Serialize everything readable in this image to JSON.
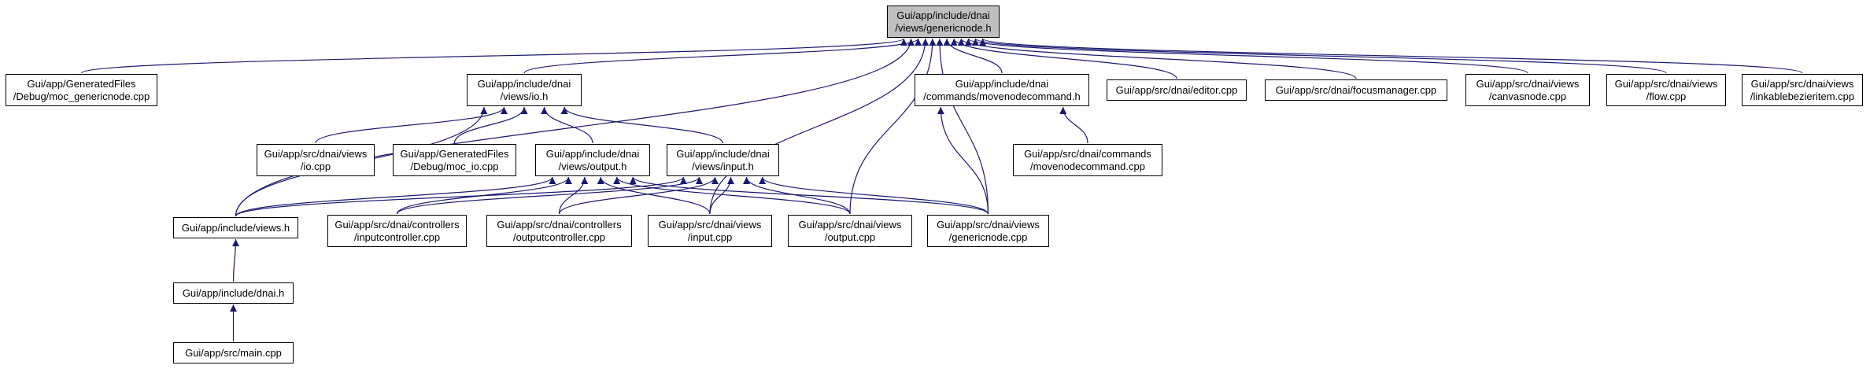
{
  "nodes": {
    "n_generic_h": {
      "lines": [
        "Gui/app/include/dnai",
        "/views/genericnode.h"
      ],
      "root": true
    },
    "n_moc_generic": {
      "lines": [
        "Gui/app/GeneratedFiles",
        "/Debug/moc_genericnode.cpp"
      ]
    },
    "n_io_h": {
      "lines": [
        "Gui/app/include/dnai",
        "/views/io.h"
      ]
    },
    "n_movenode_h": {
      "lines": [
        "Gui/app/include/dnai",
        "/commands/movenodecommand.h"
      ]
    },
    "n_editor": {
      "lines": [
        "Gui/app/src/dnai/editor.cpp"
      ]
    },
    "n_focus": {
      "lines": [
        "Gui/app/src/dnai/focusmanager.cpp"
      ]
    },
    "n_canvas": {
      "lines": [
        "Gui/app/src/dnai/views",
        "/canvasnode.cpp"
      ]
    },
    "n_flow": {
      "lines": [
        "Gui/app/src/dnai/views",
        "/flow.cpp"
      ]
    },
    "n_linkable": {
      "lines": [
        "Gui/app/src/dnai/views",
        "/linkablebezieritem.cpp"
      ]
    },
    "n_io_cpp": {
      "lines": [
        "Gui/app/src/dnai/views",
        "/io.cpp"
      ]
    },
    "n_moc_io": {
      "lines": [
        "Gui/app/GeneratedFiles",
        "/Debug/moc_io.cpp"
      ]
    },
    "n_output_h": {
      "lines": [
        "Gui/app/include/dnai",
        "/views/output.h"
      ]
    },
    "n_input_h": {
      "lines": [
        "Gui/app/include/dnai",
        "/views/input.h"
      ]
    },
    "n_movenode_cpp": {
      "lines": [
        "Gui/app/src/dnai/commands",
        "/movenodecommand.cpp"
      ]
    },
    "n_views_h": {
      "lines": [
        "Gui/app/include/views.h"
      ]
    },
    "n_inputctrl": {
      "lines": [
        "Gui/app/src/dnai/controllers",
        "/inputcontroller.cpp"
      ]
    },
    "n_outputctrl": {
      "lines": [
        "Gui/app/src/dnai/controllers",
        "/outputcontroller.cpp"
      ]
    },
    "n_input_cpp": {
      "lines": [
        "Gui/app/src/dnai/views",
        "/input.cpp"
      ]
    },
    "n_output_cpp": {
      "lines": [
        "Gui/app/src/dnai/views",
        "/output.cpp"
      ]
    },
    "n_generic_cpp": {
      "lines": [
        "Gui/app/src/dnai/views",
        "/genericnode.cpp"
      ]
    },
    "n_dnai_h": {
      "lines": [
        "Gui/app/include/dnai.h"
      ]
    },
    "n_main": {
      "lines": [
        "Gui/app/src/main.cpp"
      ]
    }
  }
}
